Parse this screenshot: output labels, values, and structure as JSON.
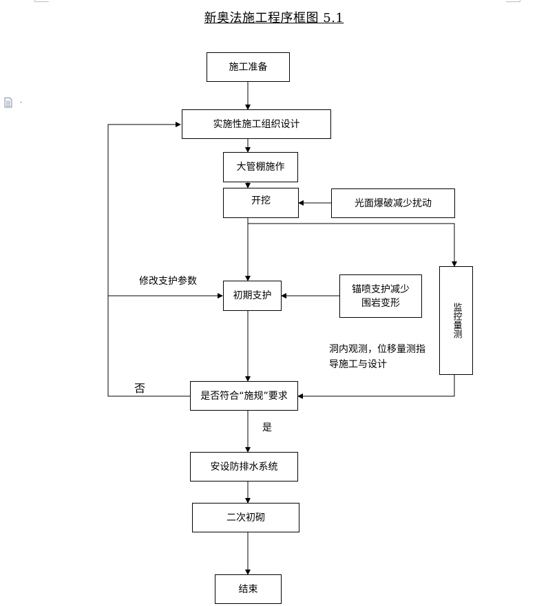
{
  "title": "新奥法施工程序框图 5.1",
  "nodes": {
    "prep": "施工准备",
    "design": "实施性施工组织设计",
    "pipe_roof": "大管棚施作",
    "excavate": "开挖",
    "smooth_blast": "光面爆破减少扰动",
    "initial_support": "初期支护",
    "anchor_line1": "锚喷支护减少",
    "anchor_line2": "围岩变形",
    "monitor": "监控量测",
    "check": "是否符合“施规”要求",
    "waterproof": "安设防排水系统",
    "second_lining": "二次初砌",
    "end": "结束"
  },
  "labels": {
    "modify": "修改支护参数",
    "no": "否",
    "yes": "是",
    "observe_line1": "洞内观测，位移量测指",
    "observe_line2": "导施工与设计"
  }
}
